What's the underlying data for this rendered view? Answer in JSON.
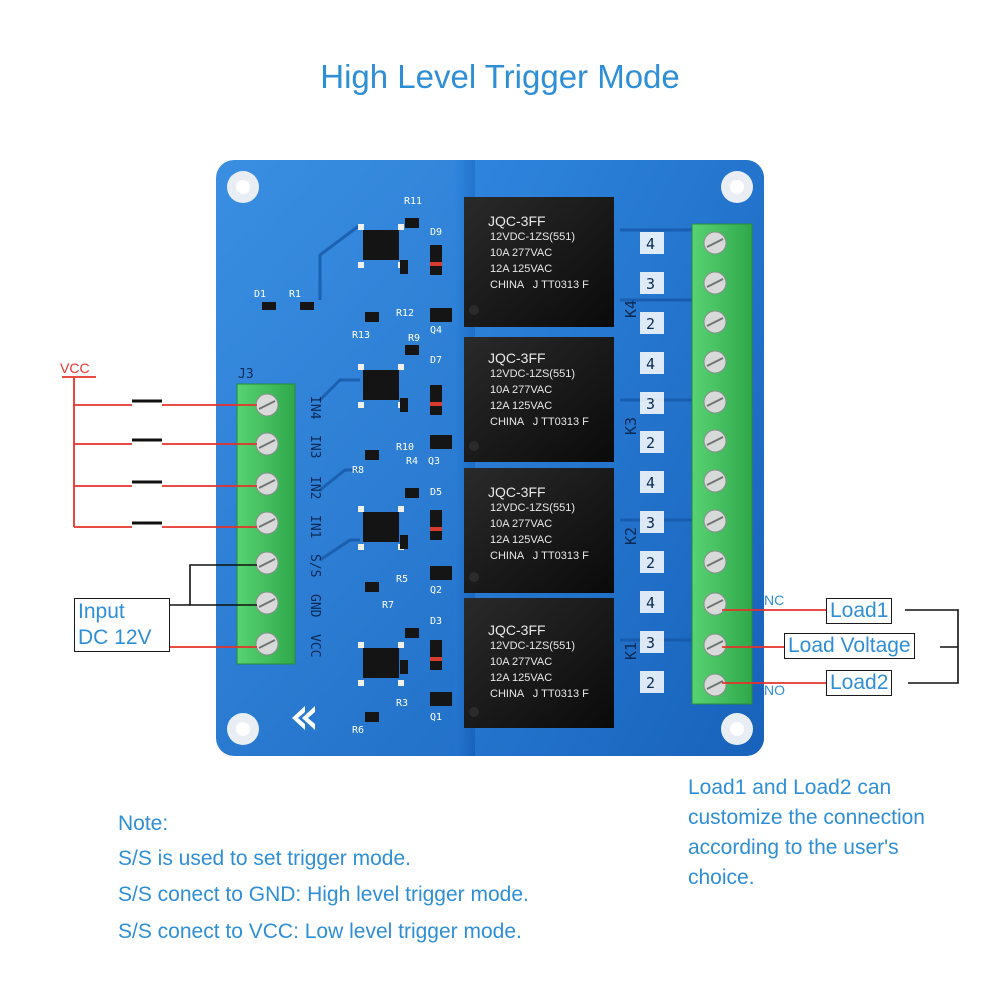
{
  "title": "High Level Trigger Mode",
  "vcc_label": "VCC",
  "input_box": {
    "line1": "Input",
    "line2": "DC 12V"
  },
  "input_pins": [
    "IN4",
    "IN3",
    "IN2",
    "IN1",
    "S/S",
    "GND",
    "VCC"
  ],
  "input_header": "J3",
  "board_labels": {
    "d1": "D1",
    "r1": "R1",
    "r11": "R11",
    "r12": "R12",
    "r13": "R13",
    "d9": "D9",
    "q4": "Q4",
    "d7": "D7",
    "r9": "R9",
    "r10": "R10",
    "r8": "R8",
    "q3": "Q3",
    "r4": "R4",
    "d5": "D5",
    "r5": "R5",
    "q2": "Q2",
    "r7": "R7",
    "d3": "D3",
    "r3": "R3",
    "r6": "R6",
    "q1": "Q1"
  },
  "relays": [
    {
      "model": "JQC-3FF",
      "coil": "12VDC-1ZS(551)",
      "rating1": "10A 277VAC",
      "rating2": "12A 125VAC",
      "origin": "CHINA   J",
      "code": "TT0313 F"
    },
    {
      "model": "JQC-3FF",
      "coil": "12VDC-1ZS(551)",
      "rating1": "10A 277VAC",
      "rating2": "12A 125VAC",
      "origin": "CHINA   J",
      "code": "TT0313 F"
    },
    {
      "model": "JQC-3FF",
      "coil": "12VDC-1ZS(551)",
      "rating1": "10A 277VAC",
      "rating2": "12A 125VAC",
      "origin": "CHINA   J",
      "code": "TT0313 F"
    },
    {
      "model": "JQC-3FF",
      "coil": "12VDC-1ZS(551)",
      "rating1": "10A 277VAC",
      "rating2": "12A 125VAC",
      "origin": "CHINA   J",
      "code": "TT0313 F"
    }
  ],
  "channel_labels": [
    "K4",
    "K3",
    "K2",
    "K1"
  ],
  "terminal_numbers": [
    "4",
    "3",
    "2"
  ],
  "nc_label": "NC",
  "no_label": "NO",
  "load1": "Load1",
  "load_voltage": "Load Voltage",
  "load2": "Load2",
  "side_note": [
    "Load1 and Load2 can",
    "customize the connection",
    "according to the user's",
    "choice."
  ],
  "note_lines": [
    "Note:",
    "S/S is used to set trigger mode.",
    "S/S conect to GND: High level trigger mode.",
    "S/S conect to VCC: Low level trigger mode."
  ],
  "colors": {
    "accent_text": "#2f8fd6",
    "board_blue": "#1f74cc",
    "board_blue_light": "#2f8fe6",
    "terminal_green": "#3fbf5a",
    "relay_black": "#121212",
    "wire_red": "#e6322a"
  }
}
